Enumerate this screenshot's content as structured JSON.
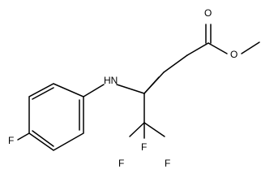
{
  "molecule": {
    "atoms": {
      "carbonyl_oxygen": "O",
      "ester_oxygen": "O",
      "amine_nh": "HN",
      "aryl_fluorine": "F",
      "cf3_f_top": "F",
      "cf3_f_left": "F",
      "cf3_f_right": "F"
    }
  }
}
